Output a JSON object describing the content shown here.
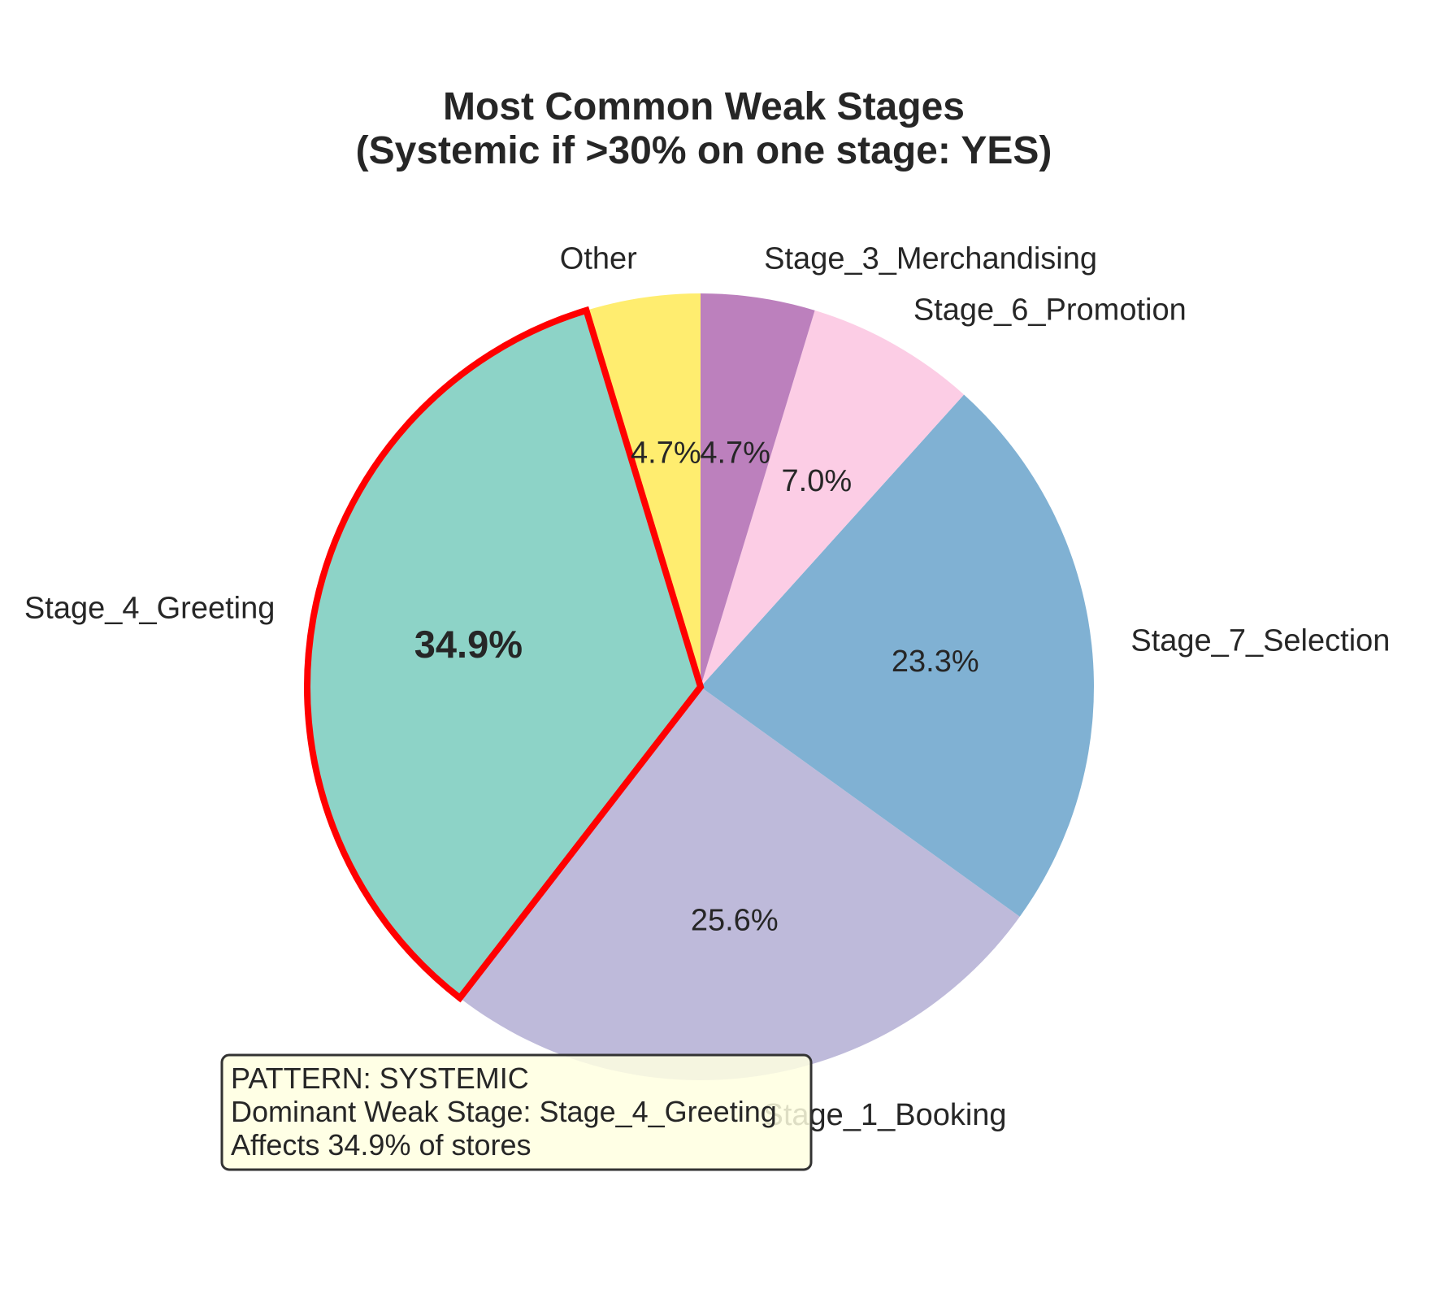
{
  "chart_data": {
    "type": "pie",
    "title": "Most Common Weak Stages",
    "subtitle": "(Systemic if >30% on one stage: YES)",
    "slices": [
      {
        "label": "Other",
        "value": 4.7,
        "pct_text": "4.7%",
        "color": "#ffed6f"
      },
      {
        "label": "Stage_4_Greeting",
        "value": 34.9,
        "pct_text": "34.9%",
        "color": "#8dd3c7",
        "highlighted": true
      },
      {
        "label": "Stage_1_Booking",
        "value": 25.6,
        "pct_text": "25.6%",
        "color": "#bebada"
      },
      {
        "label": "Stage_7_Selection",
        "value": 23.3,
        "pct_text": "23.3%",
        "color": "#80b1d3"
      },
      {
        "label": "Stage_6_Promotion",
        "value": 7.0,
        "pct_text": "7.0%",
        "color": "#fccde5"
      },
      {
        "label": "Stage_3_Merchandising",
        "value": 4.7,
        "pct_text": "4.7%",
        "color": "#bc80bd"
      }
    ],
    "start_angle_deg": 90,
    "direction": "counterclockwise",
    "highlight_edge_color": "#ff0000",
    "annotation": {
      "lines": [
        "PATTERN: SYSTEMIC",
        "Dominant Weak Stage: Stage_4_Greeting",
        "Affects 34.9% of stores"
      ],
      "background": "#ffffe0",
      "border": "#333333"
    }
  }
}
